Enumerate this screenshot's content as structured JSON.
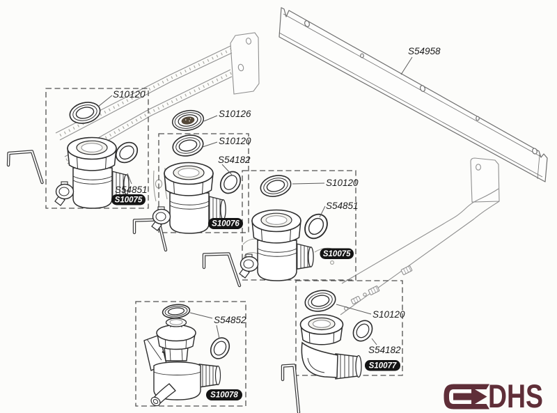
{
  "diagram": {
    "kind": "exploded-parts-diagram",
    "background_color": "#fcfcfa",
    "line_color": "#2d2d2d",
    "badge_bg_color": "#141414",
    "badge_text_color": "#ffffff"
  },
  "bracket": {
    "part_no": "S54958"
  },
  "filter_washer": {
    "part_no": "S10126"
  },
  "assemblies": [
    {
      "badge": "S10075",
      "callouts": [
        "S10120",
        "S54851"
      ]
    },
    {
      "badge": "S10076",
      "callouts": [
        "S10120",
        "S54182"
      ]
    },
    {
      "badge": "S10075",
      "callouts": [
        "S10120",
        "S54851"
      ]
    },
    {
      "badge": "S10077",
      "callouts": [
        "S10120",
        "S54182"
      ]
    },
    {
      "badge": "S10078",
      "callouts": [
        "S54852"
      ]
    }
  ],
  "logo": {
    "text": "DHS",
    "color": "#5f2e38"
  }
}
